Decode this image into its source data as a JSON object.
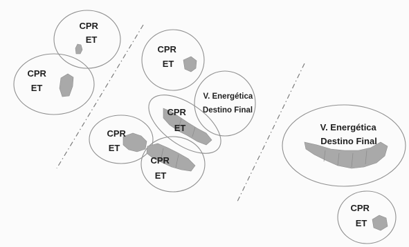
{
  "groups": [
    {
      "id": "g1",
      "lines": [
        "CPR",
        "ET"
      ]
    },
    {
      "id": "g2",
      "lines": [
        "CPR",
        "ET"
      ]
    },
    {
      "id": "g3",
      "lines": [
        "CPR",
        "ET"
      ]
    },
    {
      "id": "g4",
      "lines": [
        "V. Energética",
        "Destino Final"
      ]
    },
    {
      "id": "g5",
      "lines": [
        "CPR",
        "ET"
      ]
    },
    {
      "id": "g6",
      "lines": [
        "CPR",
        "ET"
      ]
    },
    {
      "id": "g7",
      "lines": [
        "CPR",
        "ET"
      ]
    },
    {
      "id": "g8",
      "lines": [
        "V. Energética",
        "Destino Final"
      ]
    },
    {
      "id": "g9",
      "lines": [
        "CPR",
        "ET"
      ]
    }
  ]
}
